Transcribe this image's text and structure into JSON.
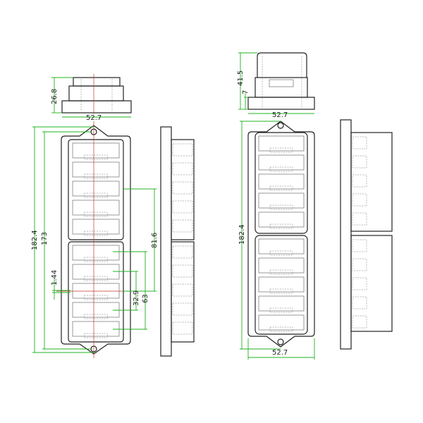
{
  "colors": {
    "outline": "#222222",
    "dimension": "#1fb31f",
    "centerline": "#c0392b"
  },
  "left_view": {
    "top_height": "26.8",
    "top_width": "52.7",
    "overall_length": "182.4",
    "hole_spacing": "173",
    "offset": "1.44",
    "span_large": "81.6",
    "span_medium": "63",
    "span_small": "32.9"
  },
  "right_view": {
    "top_height": "41.5",
    "base_height": "7",
    "top_width": "52.7",
    "overall_length": "182.4",
    "bottom_width": "52.7"
  }
}
